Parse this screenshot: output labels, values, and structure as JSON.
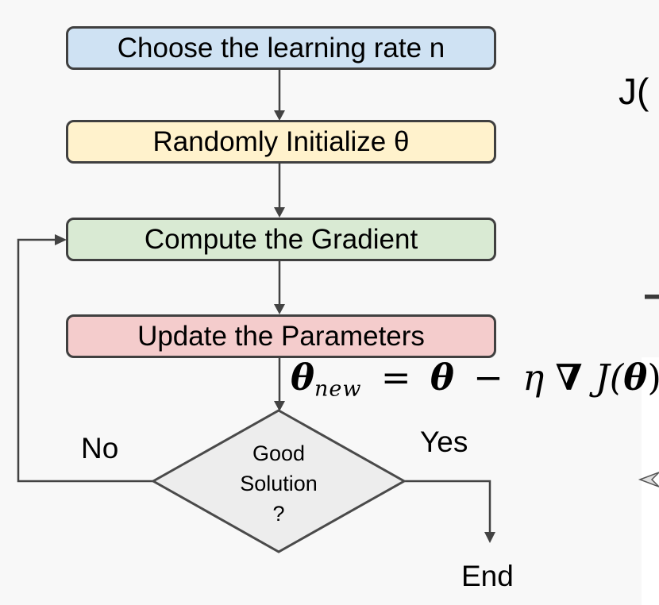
{
  "diagram": {
    "steps": [
      {
        "label": "Choose the learning rate n",
        "fill": "#cfe2f3"
      },
      {
        "label": "Randomly Initialize θ",
        "fill": "#fff2cc"
      },
      {
        "label": "Compute the Gradient",
        "fill": "#d9ead3"
      },
      {
        "label": "Update the Parameters",
        "fill": "#f4cccc"
      }
    ],
    "decision": {
      "lines": [
        "Good",
        "Solution",
        "?"
      ],
      "fill": "#ededed"
    },
    "labels": {
      "no": "No",
      "yes": "Yes",
      "end": "End"
    },
    "formula": {
      "theta_new_base": "θ",
      "theta_new_sub": "new",
      "equals": "=",
      "theta": "θ",
      "minus": "−",
      "eta": "η",
      "nabla": "∇",
      "j_open": "J(",
      "theta_arg": "θ",
      "close_paren": ")"
    },
    "fragments": {
      "cost_label": "J("
    },
    "colors": {
      "background": "#f8f8f8",
      "panel": "#ffffff",
      "box_border": "#404040",
      "connector": "#434343",
      "diamond_fill": "#ededed",
      "diamond_border": "#4a4a4a",
      "dash_fragment": "#3a3a3a"
    }
  }
}
